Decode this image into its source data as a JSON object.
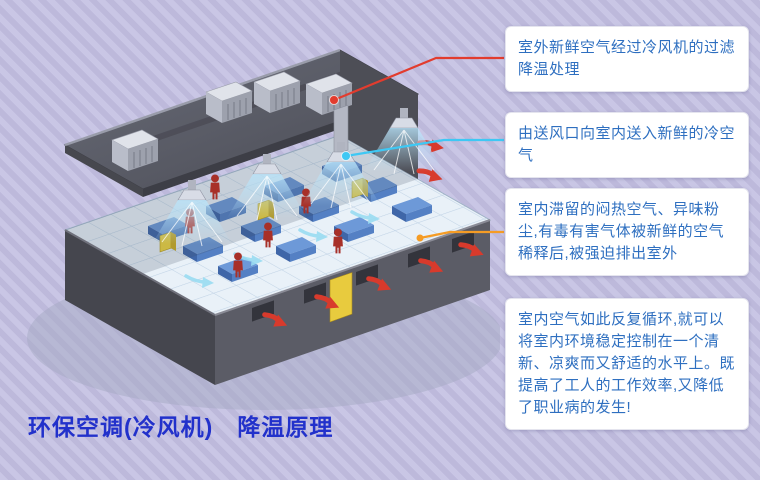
{
  "page": {
    "title": "环保空调(冷风机)　降温原理",
    "background_color": "#c6c2e2",
    "title_color": "#2231cb"
  },
  "callouts": [
    {
      "text": "室外新鲜空气经过冷风机的过滤降温处理",
      "marker": "red-dot",
      "marker_color": "#e23c2e"
    },
    {
      "text": "由送风口向室内送入新鲜的冷空气",
      "marker": "cyan-dot",
      "marker_color": "#3ec8f4"
    },
    {
      "text": "室内滞留的闷热空气、异味粉尘,有毒有害气体被新鲜的空气稀释后,被强迫排出室外",
      "marker": "orange-dot",
      "marker_color": "#f59c25"
    },
    {
      "text": "室内空气如此反复循环,就可以将室内环境稳定控制在一个清新、凉爽而又舒适的水平上。既提高了工人的工作效率,又降低了职业病的发生!",
      "marker": null,
      "marker_color": null
    }
  ],
  "colors": {
    "callout_text": "#2e6fc0",
    "callout_background": "#ffffff",
    "roof_gray": "#54555f",
    "wall_gray": "#5b5c66",
    "floor_light": "#e9f1f8",
    "exhaust_arrow_red": "#d83a2c",
    "cool_air_blue": "#9adcf2",
    "machine_yellow": "#f0d53e"
  }
}
